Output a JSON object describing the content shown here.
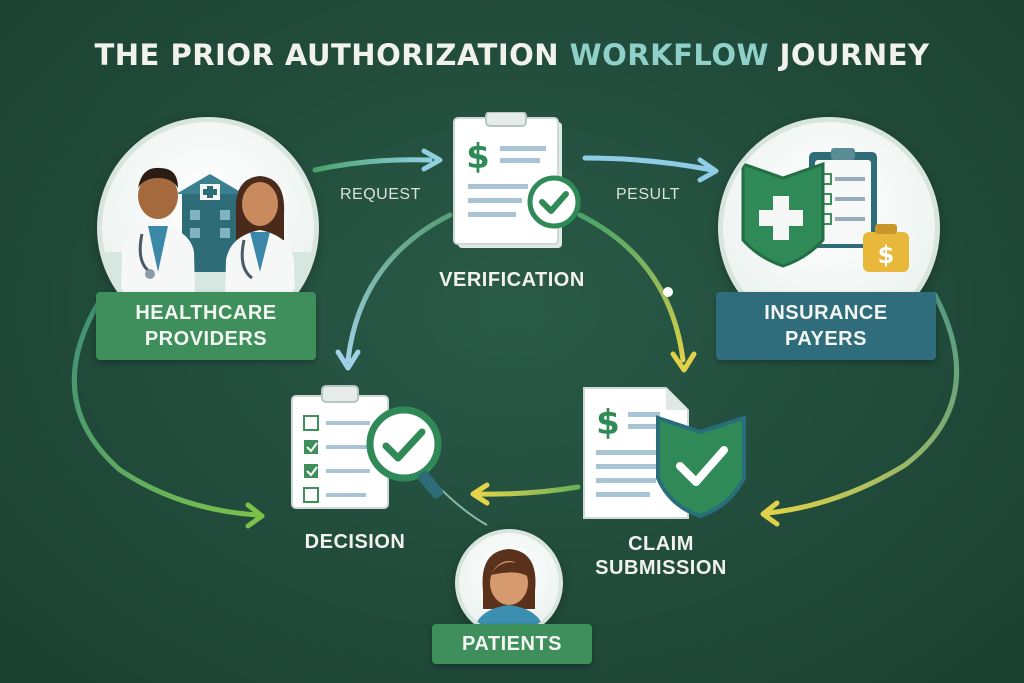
{
  "title": {
    "part1": "THE PRIOR AUTHORIZATION ",
    "part2": "WORKFLOW",
    "part3": " JOURNEY"
  },
  "nodes": {
    "providers": {
      "line1": "HEALTHCARE",
      "line2": "PROVIDERS"
    },
    "payers": {
      "line1": "INSURANCE",
      "line2": "PAYERS"
    },
    "verification": {
      "label": "VERIFICATION"
    },
    "decision": {
      "label": "DECISION"
    },
    "claim": {
      "line1": "CLAIM",
      "line2": "SUBMISSION"
    },
    "patients": {
      "label": "PATIENTS"
    }
  },
  "arrows": {
    "request": "REQUEST",
    "result": "PESULT"
  },
  "colors": {
    "background": "#214b3b",
    "green_box": "#3f8f5c",
    "blue_box": "#2f6c7c",
    "accent_teal": "#8fd0c8",
    "accent_yellow": "#d6c94a"
  }
}
